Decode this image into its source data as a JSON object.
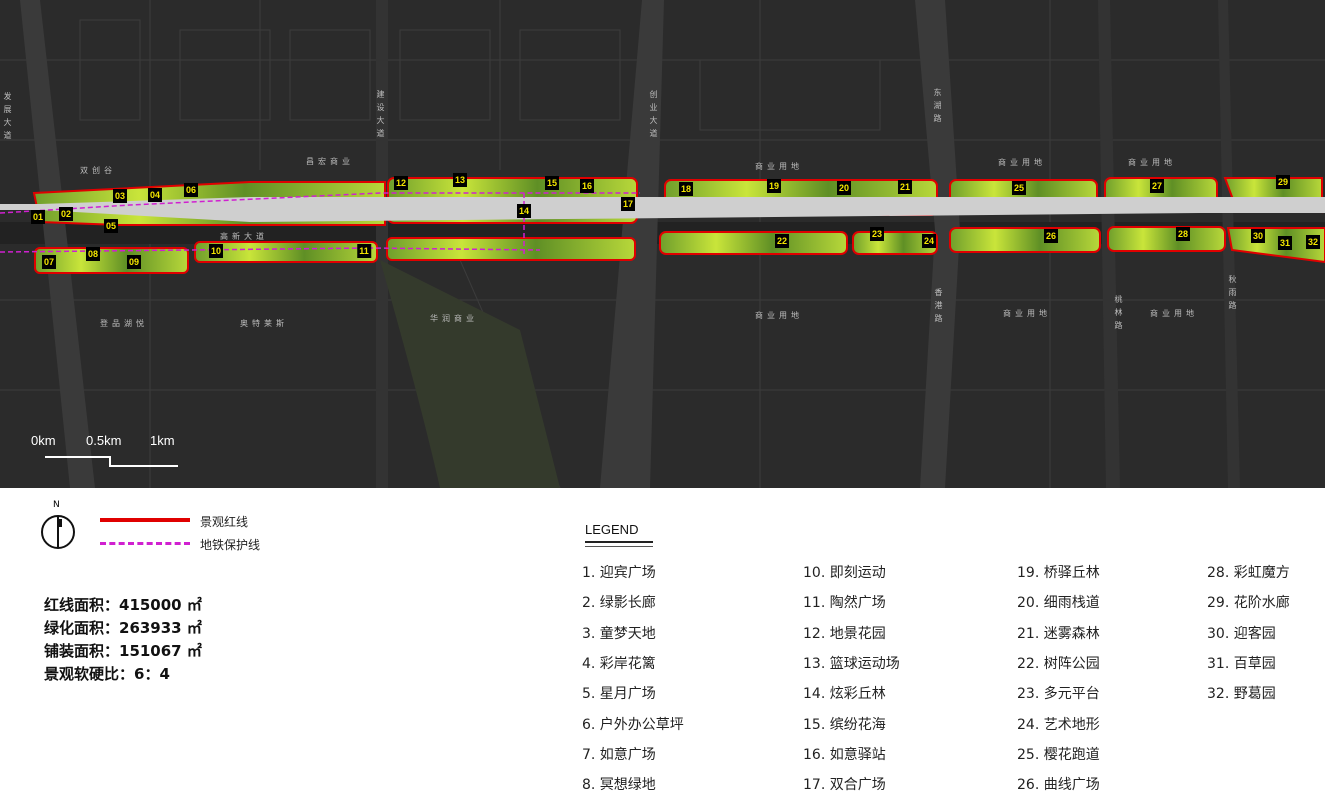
{
  "map": {
    "road_labels": [
      "发展大道",
      "建设大道",
      "创业大道",
      "东湖路",
      "香港路",
      "桃林路",
      "秋雨路",
      "高新大道"
    ],
    "area_labels": [
      "双创谷",
      "昌宏商业",
      "奥特莱斯",
      "华润商业",
      "登品湖悦",
      "商业用地",
      "商业用地",
      "商业用地",
      "商业用地",
      "商业用地",
      "商业用地"
    ],
    "zone_numbers": [
      "01",
      "02",
      "03",
      "04",
      "05",
      "06",
      "07",
      "08",
      "09",
      "10",
      "11",
      "12",
      "13",
      "14",
      "15",
      "16",
      "17",
      "18",
      "19",
      "20",
      "21",
      "22",
      "23",
      "24",
      "25",
      "26",
      "27",
      "28",
      "29",
      "30",
      "31",
      "32"
    ],
    "scale": {
      "labels": [
        "0km",
        "0.5km",
        "1km"
      ]
    },
    "colors": {
      "redline": "#e00000",
      "subway": "#d020d0",
      "badge_text": "#f5e600",
      "green": "#7fb52e",
      "yellow": "#d8f030"
    }
  },
  "compass": {
    "north": "N"
  },
  "line_legend": {
    "redline": "景观红线",
    "subway": "地铁保护线"
  },
  "stats": [
    "红线面积：415000 ㎡",
    "绿化面积：263933 ㎡",
    "铺装面积：151067 ㎡",
    "景观软硬比：6：4"
  ],
  "legend": {
    "title": "LEGEND",
    "items": [
      "1.  迎宾广场",
      "2.  绿影长廊",
      "3.  童梦天地",
      "4.  彩岸花篱",
      "5.  星月广场",
      "6.  户外办公草坪",
      "7.  如意广场",
      "8.  冥想绿地",
      "10. 即刻运动",
      "11. 陶然广场",
      "12. 地景花园",
      "13. 篮球运动场",
      "14. 炫彩丘林",
      "15. 缤纷花海",
      "16. 如意驿站",
      "17. 双合广场",
      "19. 桥驿丘林",
      "20. 细雨栈道",
      "21. 迷雾森林",
      "22. 树阵公园",
      "23. 多元平台",
      "24. 艺术地形",
      "25. 樱花跑道",
      "26. 曲线广场",
      "28. 彩虹魔方",
      "29. 花阶水廊",
      "30. 迎客园",
      "31. 百草园",
      "32. 野葛园"
    ]
  }
}
